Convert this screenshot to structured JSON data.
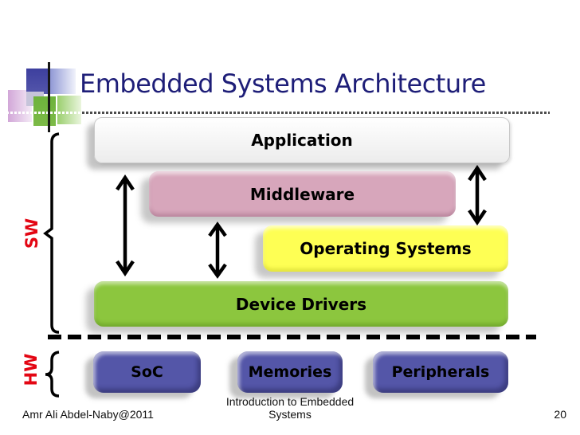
{
  "slide": {
    "title": "Embedded Systems Architecture",
    "footer": {
      "left": "Amr Ali Abdel-Naby@2011",
      "center_line1": "Introduction to Embedded",
      "center_line2": "Systems",
      "page_number": "20"
    }
  },
  "diagram": {
    "sw_label": "SW",
    "hw_label": "HW",
    "sw_layers": [
      {
        "label": "Application",
        "fill": "#f2f2f2"
      },
      {
        "label": "Middleware",
        "fill": "#d7a6bb"
      },
      {
        "label": "Operating Systems",
        "fill": "#feff54"
      },
      {
        "label": "Device Drivers",
        "fill": "#8cc63e"
      }
    ],
    "hw_blocks": [
      {
        "label": "SoC",
        "fill": "#5456a8"
      },
      {
        "label": "Memories",
        "fill": "#5456a8"
      },
      {
        "label": "Peripherals",
        "fill": "#5456a8"
      }
    ],
    "colors": {
      "title_text": "#1e1e78",
      "sw_hw_label_text": "#e30613",
      "arrow": "#000000",
      "separator": "#000000"
    }
  }
}
